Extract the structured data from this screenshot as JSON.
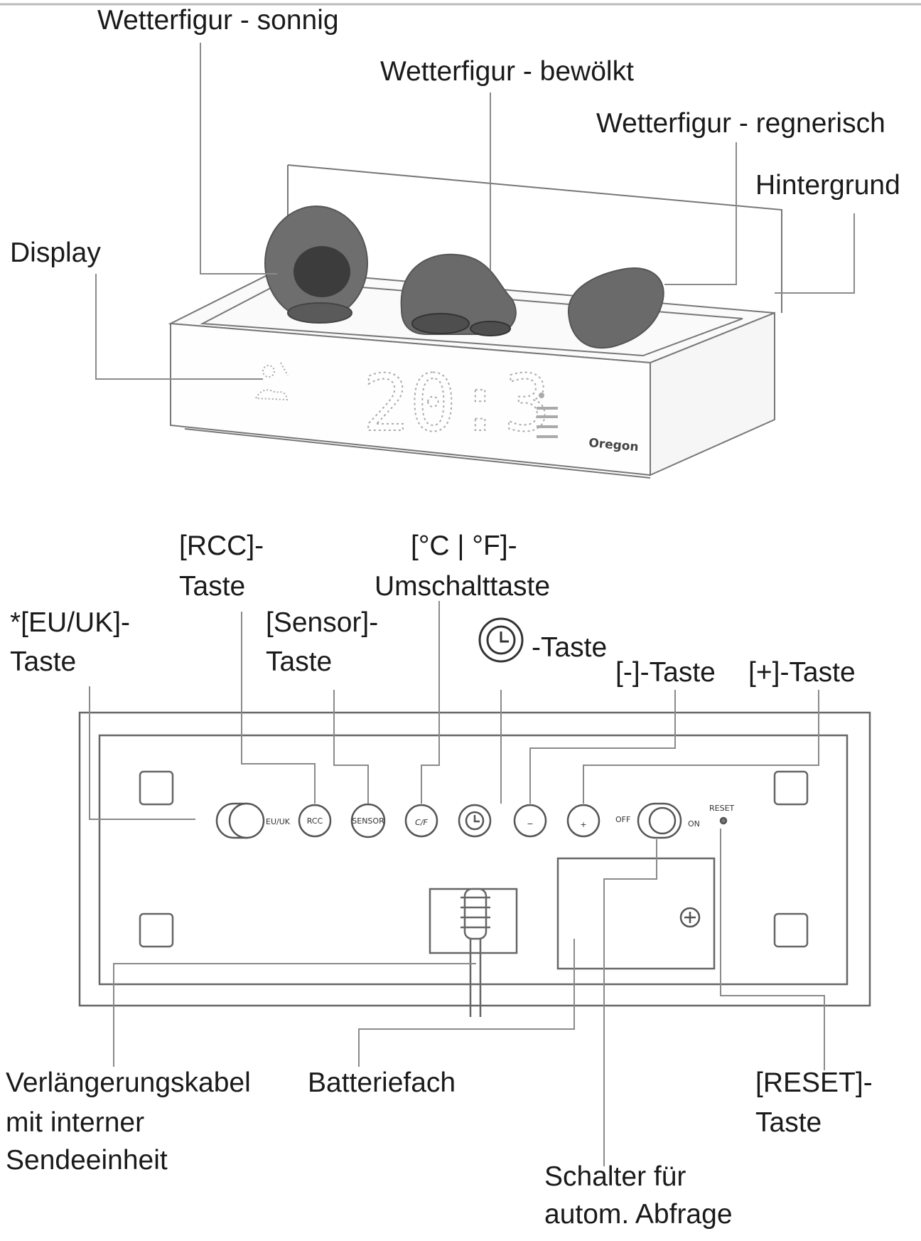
{
  "top_labels": {
    "sunny": "Wetterfigur - sonnig",
    "cloudy": "Wetterfigur - bewölkt",
    "rainy": "Wetterfigur - regnerisch",
    "background": "Hintergrund",
    "display": "Display"
  },
  "display": {
    "time": "20:3",
    "logo": "Oregon"
  },
  "bottom_labels": {
    "rcc_line1": "[RCC]-",
    "rcc_line2": "Taste",
    "cf_line1": "[°C | °F]-",
    "cf_line2": "Umschalttaste",
    "euuk_line1": "*[EU/UK]-",
    "euuk_line2": "Taste",
    "sensor_line1": "[Sensor]-",
    "sensor_line2": "Taste",
    "clock_suffix": "-Taste",
    "minus": "[-]-Taste",
    "plus": "[+]-Taste",
    "cable_line1": "Verlängerungskabel",
    "cable_line2": "mit interner",
    "cable_line3": "Sendeeinheit",
    "battery": "Batteriefach",
    "reset_line1": "[RESET]-",
    "reset_line2": "Taste",
    "switch_line1": "Schalter für",
    "switch_line2": "autom. Abfrage"
  },
  "panel": {
    "euuk": "EU/UK",
    "rcc": "RCC",
    "sensor": "SENSOR",
    "cf": "C/F",
    "minus": "−",
    "plus": "+",
    "off": "OFF",
    "on": "ON",
    "reset": "RESET"
  }
}
